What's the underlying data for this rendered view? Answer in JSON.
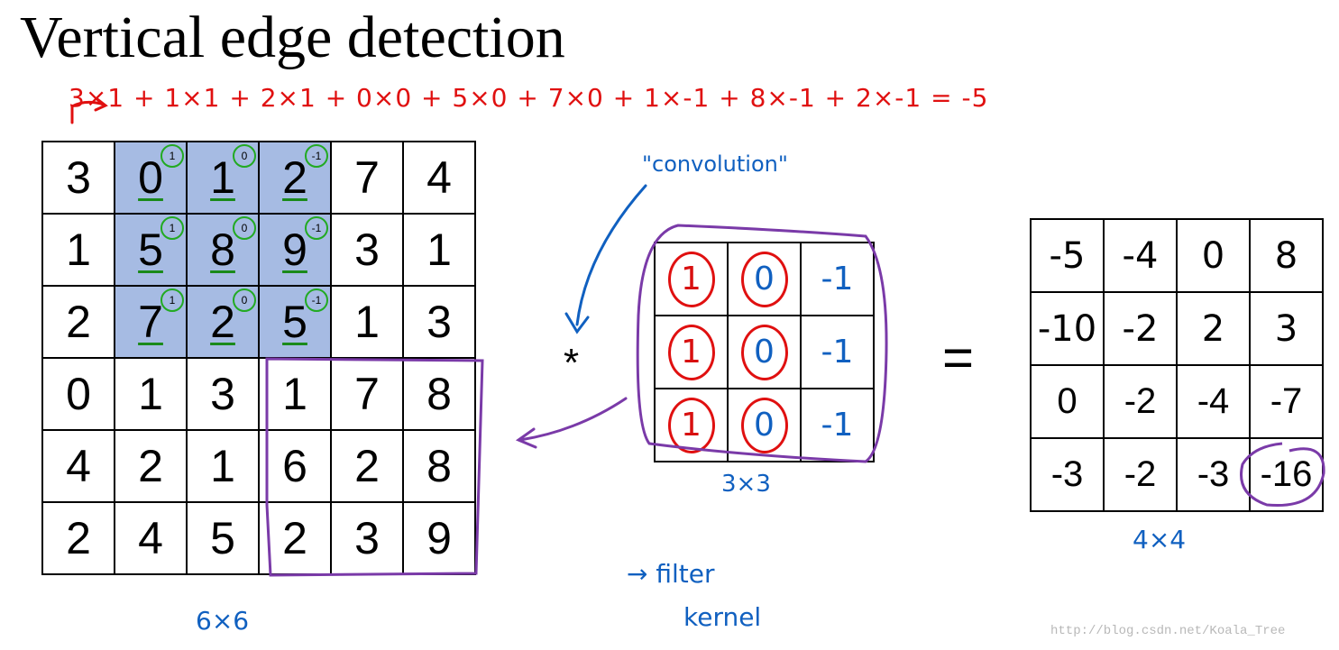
{
  "title": "Vertical edge detection",
  "equation": "3×1 + 1×1 + 2×1 + 0×0 + 5×0 + 7×0 + 1×-1 + 8×-1 + 2×-1 = -5",
  "input": {
    "rows": [
      [
        "3",
        "0",
        "1",
        "2",
        "7",
        "4"
      ],
      [
        "1",
        "5",
        "8",
        "9",
        "3",
        "1"
      ],
      [
        "2",
        "7",
        "2",
        "5",
        "1",
        "3"
      ],
      [
        "0",
        "1",
        "3",
        "1",
        "7",
        "8"
      ],
      [
        "4",
        "2",
        "1",
        "6",
        "2",
        "8"
      ],
      [
        "2",
        "4",
        "5",
        "2",
        "3",
        "9"
      ]
    ],
    "kernel_marks": [
      "1",
      "0",
      "-1"
    ],
    "dim_label": "6×6"
  },
  "operator": "*",
  "convolution_label": "\"convolution\"",
  "filter": {
    "rows": [
      [
        "1",
        "0",
        "-1"
      ],
      [
        "1",
        "0",
        "-1"
      ],
      [
        "1",
        "0",
        "-1"
      ]
    ],
    "dim_label": "3×3",
    "filter_note": "→ filter",
    "kernel_note": "kernel"
  },
  "equals": "=",
  "output": {
    "rows": [
      [
        "-5",
        "-4",
        "0",
        "8"
      ],
      [
        "-10",
        "-2",
        "2",
        "3"
      ],
      [
        "0",
        "-2",
        "-4",
        "-7"
      ],
      [
        "-3",
        "-2",
        "-3",
        "-16"
      ]
    ],
    "dim_label": "4×4"
  },
  "watermark": "http://blog.csdn.net/Koala_Tree",
  "colors": {
    "highlight": "#a6bbe3",
    "red_ink": "#e01010",
    "blue_ink": "#1060c0",
    "green_ink": "#1a9a1a",
    "purple_ink": "#7a3aa8"
  }
}
